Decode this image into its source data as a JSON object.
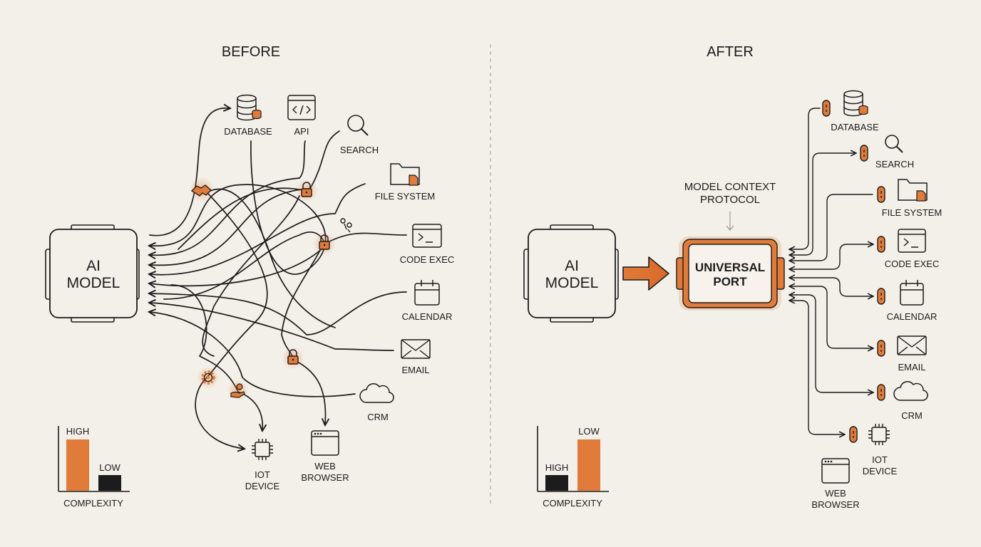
{
  "before": {
    "heading": "BEFORE",
    "ai_model": [
      "AI",
      "MODEL"
    ],
    "tools": {
      "database": [
        "DATABASE"
      ],
      "api": [
        "API"
      ],
      "search": [
        "SEARCH"
      ],
      "file_system": [
        "FILE SYSTEM"
      ],
      "code_exec": [
        "CODE EXEC"
      ],
      "calendar": [
        "CALENDAR"
      ],
      "email": [
        "EMAIL"
      ],
      "crm": [
        "CRM"
      ],
      "iot_device": [
        "IOT",
        "DEVICE"
      ],
      "web_browser": [
        "WEB",
        "BROWSER"
      ]
    },
    "complexity": {
      "label": "COMPLEXITY",
      "high_label": "HIGH",
      "low_label": "LOW",
      "high_color": "#e07b39",
      "low_color": "#1c1c1c"
    }
  },
  "after": {
    "heading": "AFTER",
    "ai_model": [
      "AI",
      "MODEL"
    ],
    "protocol_caption": [
      "MODEL CONTEXT",
      "PROTOCOL"
    ],
    "port": [
      "UNIVERSAL",
      "PORT"
    ],
    "tools": {
      "database": [
        "DATABASE"
      ],
      "search": [
        "SEARCH"
      ],
      "file_system": [
        "FILE SYSTEM"
      ],
      "code_exec": [
        "CODE EXEC"
      ],
      "calendar": [
        "CALENDAR"
      ],
      "email": [
        "EMAIL"
      ],
      "crm": [
        "CRM"
      ],
      "iot_device": [
        "IOT",
        "DEVICE"
      ],
      "web_browser": [
        "WEB",
        "BROWSER"
      ]
    },
    "complexity": {
      "label": "COMPLEXITY",
      "high_label": "HIGH",
      "low_label": "LOW",
      "high_color": "#1c1c1c",
      "low_color": "#e07b39"
    }
  },
  "colors": {
    "accent": "#e07b39",
    "ink": "#1c1c1c",
    "background": "#f3f0e9"
  }
}
